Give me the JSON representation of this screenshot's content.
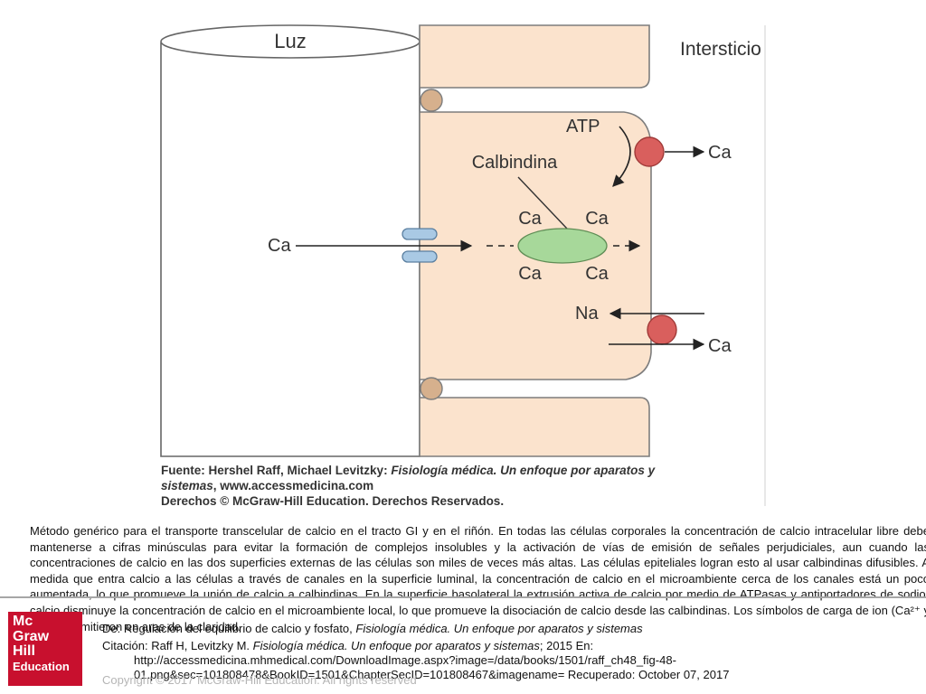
{
  "diagram": {
    "lumen_label": "Luz",
    "interstitium_label": "Intersticio",
    "atp_label": "ATP",
    "calbindin_label": "Calbindina",
    "ca_label": "Ca",
    "na_label": "Na",
    "source_line1_prefix": "Fuente: Hershel Raff, Michael Levitzky: ",
    "source_line1_italic": "Fisiología médica. Un enfoque por aparatos y",
    "source_line2_italic": "sistemas",
    "source_line2_rest": ", www.accessmedicina.com",
    "source_line3": "Derechos © McGraw-Hill Education. Derechos Reservados.",
    "colors": {
      "cell_fill": "#fbe3cd",
      "cell_stroke": "#7d7d7d",
      "channel_fill": "#a9c9e4",
      "calbindin_fill": "#a7d89a",
      "pump_fill": "#d95f5d",
      "junction_fill": "#d6b08d"
    }
  },
  "caption": {
    "text": "Método genérico para el transporte transcelular de calcio en el tracto GI y en el riñón. En todas las células corporales la concentración de calcio intracelular libre debe mantenerse a cifras minúsculas para evitar la formación de complejos insolubles y la activación de vías de emisión de señales perjudiciales, aun cuando las concentraciones de calcio en las dos superficies externas de las células son miles de veces más altas. Las células epiteliales logran esto al usar calbindinas difusibles. A medida que entra calcio a las células a través de canales en la superficie luminal, la concentración de calcio en el microambiente cerca de los canales está un poco aumentada, lo que promueve la unión de calcio a calbindinas. En la superficie basolateral la extrusión activa de calcio por medio de ATPasas y antiportadores de sodio-calcio disminuye la concentración de calcio en el microambiente local, lo que promueve la disociación de calcio desde las calbindinas. Los símbolos de carga de ion (Ca²⁺ y Na⁺) se omitieron en aras de la claridad."
  },
  "footer": {
    "logo_lines": [
      "Mc",
      "Graw",
      "Hill",
      "Education"
    ],
    "reference_prefix": "De: ",
    "reference_text": "Regulación del equilibrio de calcio y fosfato, ",
    "reference_italic": "Fisiología médica. Un enfoque por aparatos y sistemas",
    "citation_prefix": "Citación: Raff H, Levitzky M. ",
    "citation_italic": "Fisiología médica. Un enfoque por aparatos y sistemas",
    "citation_rest": "; 2015 En:",
    "citation_url": "http://accessmedicina.mhmedical.com/DownloadImage.aspx?image=/data/books/1501/raff_ch48_fig-48-",
    "citation_url2": "01.png&sec=101808478&BookID=1501&ChapterSecID=101808467&imagename= Recuperado: October 07, 2017",
    "copyright": "Copyright © 2017 McGraw-Hill Education. All rights reserved"
  }
}
